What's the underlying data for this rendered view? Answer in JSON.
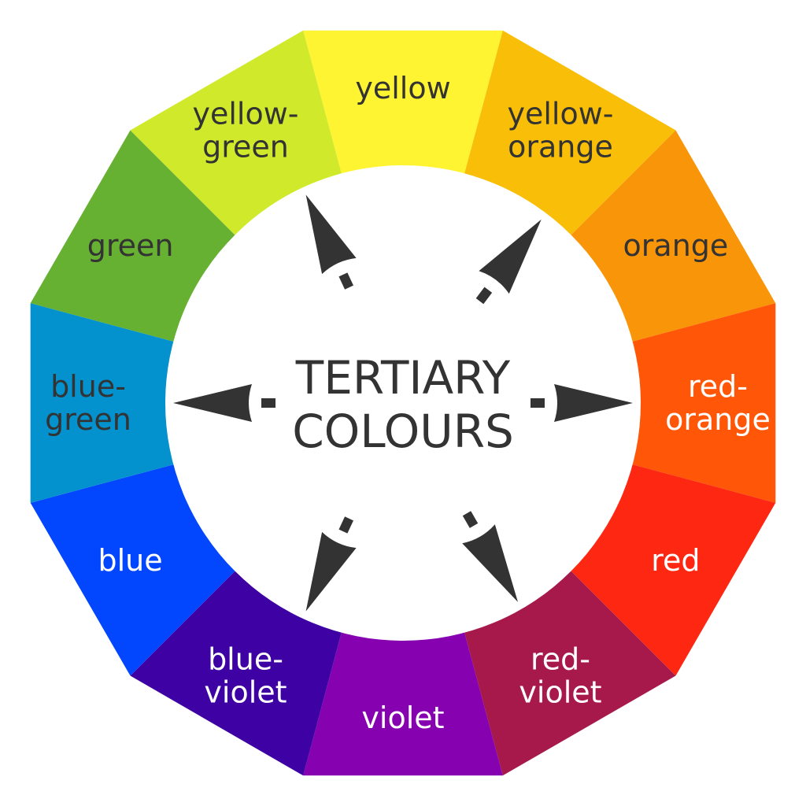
{
  "title": {
    "line1": "TERTIARY",
    "line2": "COLOURS"
  },
  "segments": [
    {
      "lines": [
        "yellow"
      ],
      "color": "#FFF432",
      "text_color": "#333333"
    },
    {
      "lines": [
        "yellow-",
        "orange"
      ],
      "color": "#F9BE08",
      "text_color": "#333333"
    },
    {
      "lines": [
        "orange"
      ],
      "color": "#F99508",
      "text_color": "#333333"
    },
    {
      "lines": [
        "red-",
        "orange"
      ],
      "color": "#FF5608",
      "text_color": "#ffffff"
    },
    {
      "lines": [
        "red"
      ],
      "color": "#FE2712",
      "text_color": "#ffffff"
    },
    {
      "lines": [
        "red-",
        "violet"
      ],
      "color": "#A7194B",
      "text_color": "#ffffff"
    },
    {
      "lines": [
        "violet"
      ],
      "color": "#8601AF",
      "text_color": "#ffffff"
    },
    {
      "lines": [
        "blue-",
        "violet"
      ],
      "color": "#3D01A4",
      "text_color": "#ffffff"
    },
    {
      "lines": [
        "blue"
      ],
      "color": "#0247FE",
      "text_color": "#ffffff"
    },
    {
      "lines": [
        "blue-",
        "green"
      ],
      "color": "#0392CE",
      "text_color": "#333333"
    },
    {
      "lines": [
        "green"
      ],
      "color": "#66B032",
      "text_color": "#333333"
    },
    {
      "lines": [
        "yellow-",
        "green"
      ],
      "color": "#D0EA2B",
      "text_color": "#333333"
    }
  ],
  "arrows": [
    {
      "direction": "up-left"
    },
    {
      "direction": "up-right"
    },
    {
      "direction": "right"
    },
    {
      "direction": "down-right"
    },
    {
      "direction": "down-left"
    },
    {
      "direction": "left"
    }
  ],
  "colors": {
    "center": "#ffffff",
    "arrow": "#333333"
  }
}
